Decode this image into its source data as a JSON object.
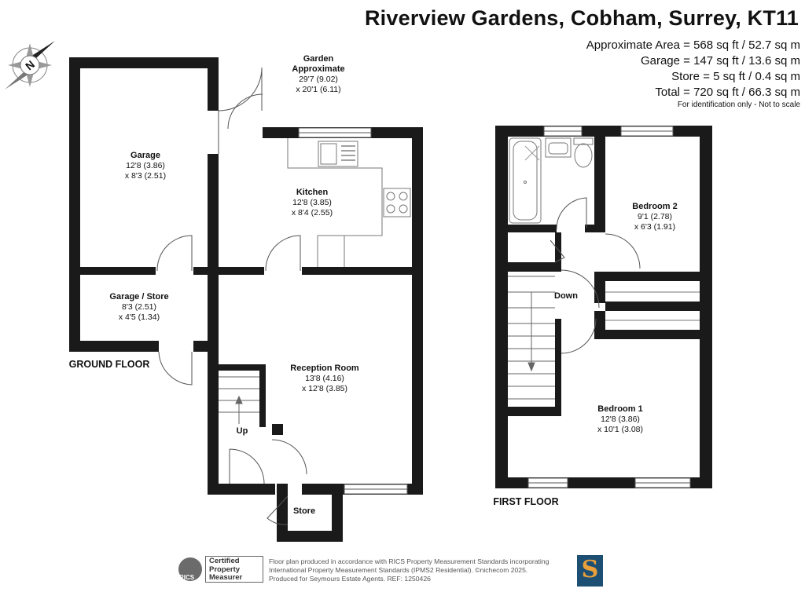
{
  "header": {
    "title": "Riverview Gardens, Cobham, Surrey, KT11",
    "areas": [
      "Approximate Area = 568 sq ft / 52.7 sq m",
      "Garage = 147 sq ft / 13.6 sq m",
      "Store = 5 sq ft / 0.4 sq m",
      "Total = 720 sq ft / 66.3 sq m"
    ],
    "note": "For identification only - Not to scale"
  },
  "compass": {
    "letter": "N",
    "icon": "compass-north-icon"
  },
  "ground_floor": {
    "label": "GROUND FLOOR",
    "rooms": [
      {
        "name": "Garage",
        "dims": [
          "12'8 (3.86)",
          "x 8'3 (2.51)"
        ]
      },
      {
        "name": "Garage / Store",
        "dims": [
          "8'3 (2.51)",
          "x 4'5 (1.34)"
        ]
      },
      {
        "name": "Kitchen",
        "dims": [
          "12'8 (3.85)",
          "x 8'4 (2.55)"
        ]
      },
      {
        "name": "Reception Room",
        "dims": [
          "13'8 (4.16)",
          "x 12'8 (3.85)"
        ]
      },
      {
        "name": "Store",
        "dims": []
      }
    ],
    "garden": {
      "name_lines": [
        "Garden",
        "Approximate"
      ],
      "dims": [
        "29'7 (9.02)",
        "x 20'1 (6.11)"
      ]
    },
    "stairs_label": "Up"
  },
  "first_floor": {
    "label": "FIRST FLOOR",
    "rooms": [
      {
        "name": "Bedroom 2",
        "dims": [
          "9'1 (2.78)",
          "x 6'3 (1.91)"
        ]
      },
      {
        "name": "Bedroom 1",
        "dims": [
          "12'8 (3.86)",
          "x 10'1 (3.08)"
        ]
      }
    ],
    "stairs_label": "Down"
  },
  "footer": {
    "lines": [
      "Floor plan produced in accordance with RICS Property Measurement Standards incorporating",
      "International Property Measurement Standards (IPMS2 Residential).  ©nichecom 2025.",
      "Produced for Seymours Estate Agents.   REF:  1250426"
    ],
    "rics_word": "RICS",
    "rics_badge": [
      "Certified",
      "Property",
      "Measurer"
    ],
    "brand_letter": "S"
  },
  "colors": {
    "wall": "#1a1a1a",
    "fixture": "#777777",
    "brand_bg": "#1d4f73",
    "brand_letter": "#e9a03b"
  }
}
